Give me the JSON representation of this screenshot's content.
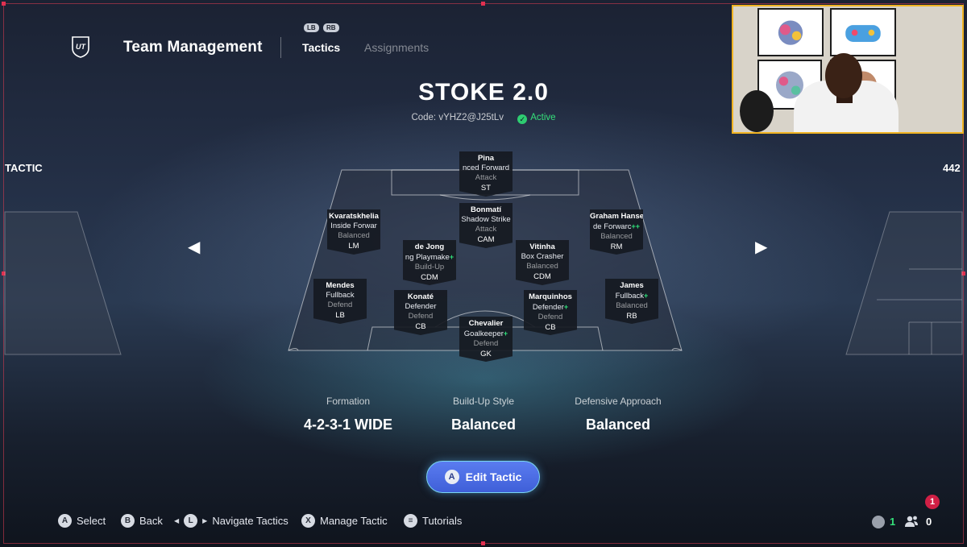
{
  "header": {
    "title": "Team Management",
    "bumper_left": "LB",
    "bumper_right": "RB",
    "tabs": [
      {
        "label": "Tactics",
        "active": true
      },
      {
        "label": "Assignments",
        "active": false
      }
    ]
  },
  "tactic": {
    "name": "STOKE 2.0",
    "code_label": "Code: vYHZ2@J25tLv",
    "status": "Active",
    "left_label": "TACTIC",
    "right_label": "442"
  },
  "players": [
    {
      "name": "Pina",
      "role": "nced Forward",
      "focus": "Attack",
      "pos": "ST",
      "plus": ""
    },
    {
      "name": "Bonmatí",
      "role": "Shadow Strike",
      "focus": "Attack",
      "pos": "CAM",
      "plus": ""
    },
    {
      "name": "Kvaratskhelia",
      "role": "Inside Forwar",
      "focus": "Balanced",
      "pos": "LM",
      "plus": ""
    },
    {
      "name": "Graham Hanse",
      "role": "de Forwarc",
      "focus": "Balanced",
      "pos": "RM",
      "plus": "++"
    },
    {
      "name": "de Jong",
      "role": "ng Playmake",
      "focus": "Build-Up",
      "pos": "CDM",
      "plus": "+"
    },
    {
      "name": "Vitinha",
      "role": "Box Crasher",
      "focus": "Balanced",
      "pos": "CDM",
      "plus": ""
    },
    {
      "name": "Mendes",
      "role": "Fullback",
      "focus": "Defend",
      "pos": "LB",
      "plus": ""
    },
    {
      "name": "Konaté",
      "role": "Defender",
      "focus": "Defend",
      "pos": "CB",
      "plus": ""
    },
    {
      "name": "Marquinhos",
      "role": "Defender",
      "focus": "Defend",
      "pos": "CB",
      "plus": "+"
    },
    {
      "name": "James",
      "role": "Fullback",
      "focus": "Balanced",
      "pos": "RB",
      "plus": "+"
    },
    {
      "name": "Chevalier",
      "role": "Goalkeeper",
      "focus": "Defend",
      "pos": "GK",
      "plus": "+"
    }
  ],
  "stats": [
    {
      "label": "Formation",
      "value": "4-2-3-1 WIDE"
    },
    {
      "label": "Build-Up Style",
      "value": "Balanced"
    },
    {
      "label": "Defensive Approach",
      "value": "Balanced"
    }
  ],
  "edit_button": {
    "glyph": "A",
    "label": "Edit Tactic"
  },
  "footer": [
    {
      "glyph": "A",
      "label": "Select"
    },
    {
      "glyph": "B",
      "label": "Back"
    },
    {
      "glyph": "L",
      "label": "Navigate Tactics"
    },
    {
      "glyph": "X",
      "label": "Manage Tactic"
    },
    {
      "glyph": "≡",
      "label": "Tutorials"
    }
  ],
  "status": {
    "voice_count": "1",
    "party_count": "0",
    "notifications": "1"
  },
  "colors": {
    "accent_green": "#35e07a",
    "button_blue": "#4a6ce4",
    "notification_red": "#d01f45",
    "webcam_border": "#f0b322"
  }
}
